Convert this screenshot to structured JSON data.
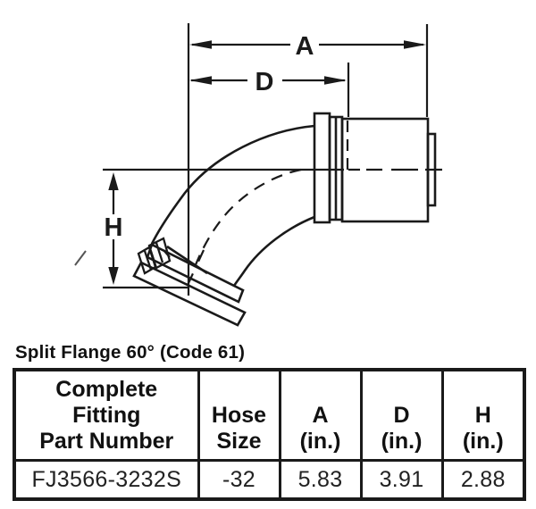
{
  "title": "Split Flange 60° (Code 61)",
  "diagram": {
    "dim_a_label": "A",
    "dim_d_label": "D",
    "dim_h_label": "H"
  },
  "table": {
    "headers": [
      {
        "lines": [
          "Complete",
          "Fitting",
          "Part Number"
        ]
      },
      {
        "lines": [
          "Hose",
          "Size"
        ]
      },
      {
        "lines": [
          "A",
          "(in.)"
        ]
      },
      {
        "lines": [
          "D",
          "(in.)"
        ]
      },
      {
        "lines": [
          "H",
          "(in.)"
        ]
      }
    ],
    "rows": [
      [
        "FJ3566-3232S",
        "-32",
        "5.83",
        "3.91",
        "2.88"
      ]
    ]
  },
  "colors": {
    "ink": "#1a1a1a",
    "background": "#ffffff"
  }
}
